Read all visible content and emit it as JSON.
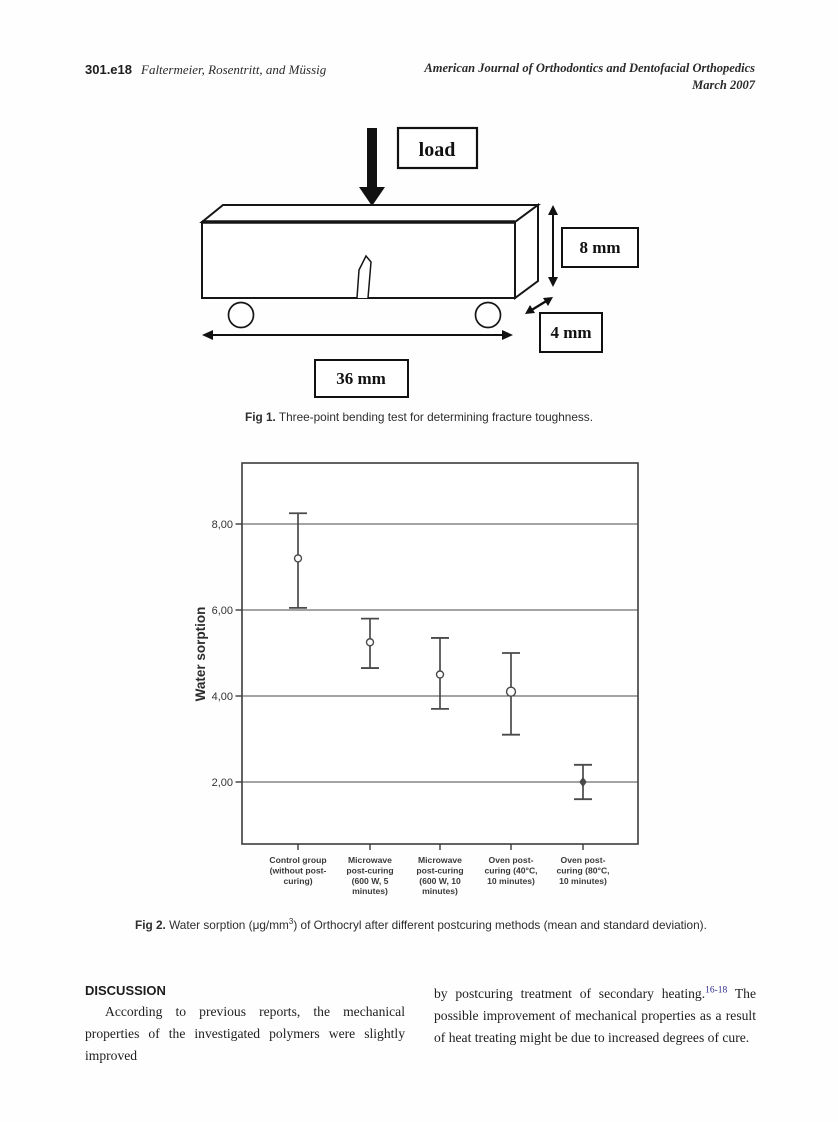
{
  "header": {
    "page_number": "301.e18",
    "authors": "Faltermeier, Rosentritt, and Müssig",
    "journal_title": "American Journal of Orthodontics and Dentofacial Orthopedics",
    "issue": "March 2007"
  },
  "figure1": {
    "load_label": "load",
    "height_label": "8 mm",
    "depth_label": "4 mm",
    "span_label": "36 mm",
    "caption_label": "Fig 1.",
    "caption_text": " Three-point bending test for determining fracture toughness."
  },
  "figure2": {
    "caption_label": "Fig 2.",
    "caption_before_sup": " Water sorption (μg/mm",
    "caption_sup": "3",
    "caption_after_sup": ") of Orthocryl after different postcuring methods (mean and standard deviation)."
  },
  "discussion": {
    "heading": "DISCUSSION",
    "col_left": "According to previous reports, the mechanical properties of the investigated polymers were slightly improved",
    "col_right_before_ref": "by postcuring treatment of secondary heating.",
    "col_right_ref": "16-18",
    "col_right_after_ref": " The possible improvement of mechanical properties as a result of heat treating might be due to increased degrees of cure."
  },
  "colors": {
    "chart_line": "#4a4a4a",
    "frame_line": "#3c3c3c",
    "reference_link": "#2e2e8e",
    "diagram_line": "#161616"
  },
  "chart_data": {
    "type": "scatter",
    "title": "",
    "xlabel": "",
    "ylabel": "Water sorption",
    "ylim": [
      0.5,
      9.5
    ],
    "yticks": [
      8,
      6,
      4,
      2
    ],
    "ytick_labels": [
      "8,00",
      "6,00",
      "4,00",
      "2,00"
    ],
    "grid": true,
    "legend": "none",
    "categories": [
      "Control group\n(without post-\ncuring)",
      "Microwave\npost-curing\n(600 W, 5\nminutes)",
      "Microwave\npost-curing\n(600 W, 10\nminutes)",
      "Oven post-\ncuring (40°C,\n10 minutes)",
      "Oven post-\ncuring (80°C,\n10 minutes)"
    ],
    "series": [
      {
        "name": "mean",
        "values": [
          7.2,
          5.25,
          4.5,
          4.1,
          2.0
        ]
      },
      {
        "name": "upper_error",
        "values": [
          8.25,
          5.8,
          5.35,
          5.0,
          2.4
        ]
      },
      {
        "name": "lower_error",
        "values": [
          6.05,
          4.65,
          3.7,
          3.1,
          1.6
        ]
      }
    ],
    "markers": [
      "circle",
      "circle",
      "circle",
      "circle",
      "diamond"
    ],
    "marker_sizes": [
      3.5,
      3.5,
      3.5,
      4.5,
      3.2
    ]
  }
}
